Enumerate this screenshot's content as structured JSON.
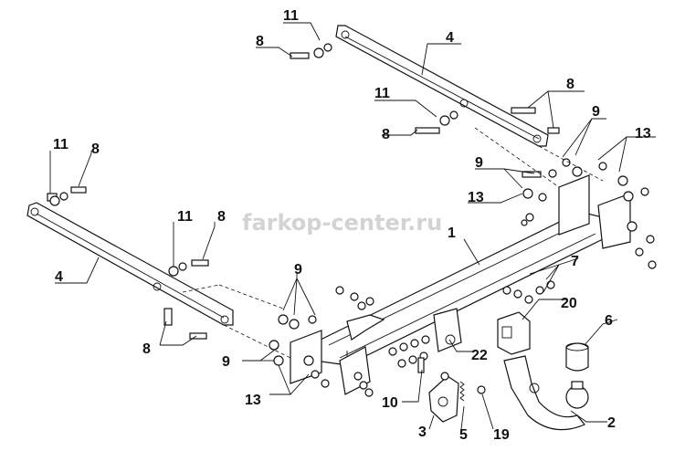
{
  "watermark": "farkop-center.ru",
  "labels": {
    "l11a": "11",
    "l8a": "8",
    "l4a": "4",
    "l11b": "11",
    "l8b": "8",
    "l9a": "9",
    "l13a": "13",
    "l9b": "9",
    "l13b": "13",
    "l11c": "11",
    "l8c": "8",
    "l11d": "11",
    "l8d": "8",
    "l4b": "4",
    "l1": "1",
    "l9c": "9",
    "l7": "7",
    "l20": "20",
    "l6": "6",
    "l8e": "8",
    "l22": "22",
    "l9d": "9",
    "l13c": "13",
    "l10": "10",
    "l3": "3",
    "l5": "5",
    "l19": "19",
    "l2": "2"
  }
}
